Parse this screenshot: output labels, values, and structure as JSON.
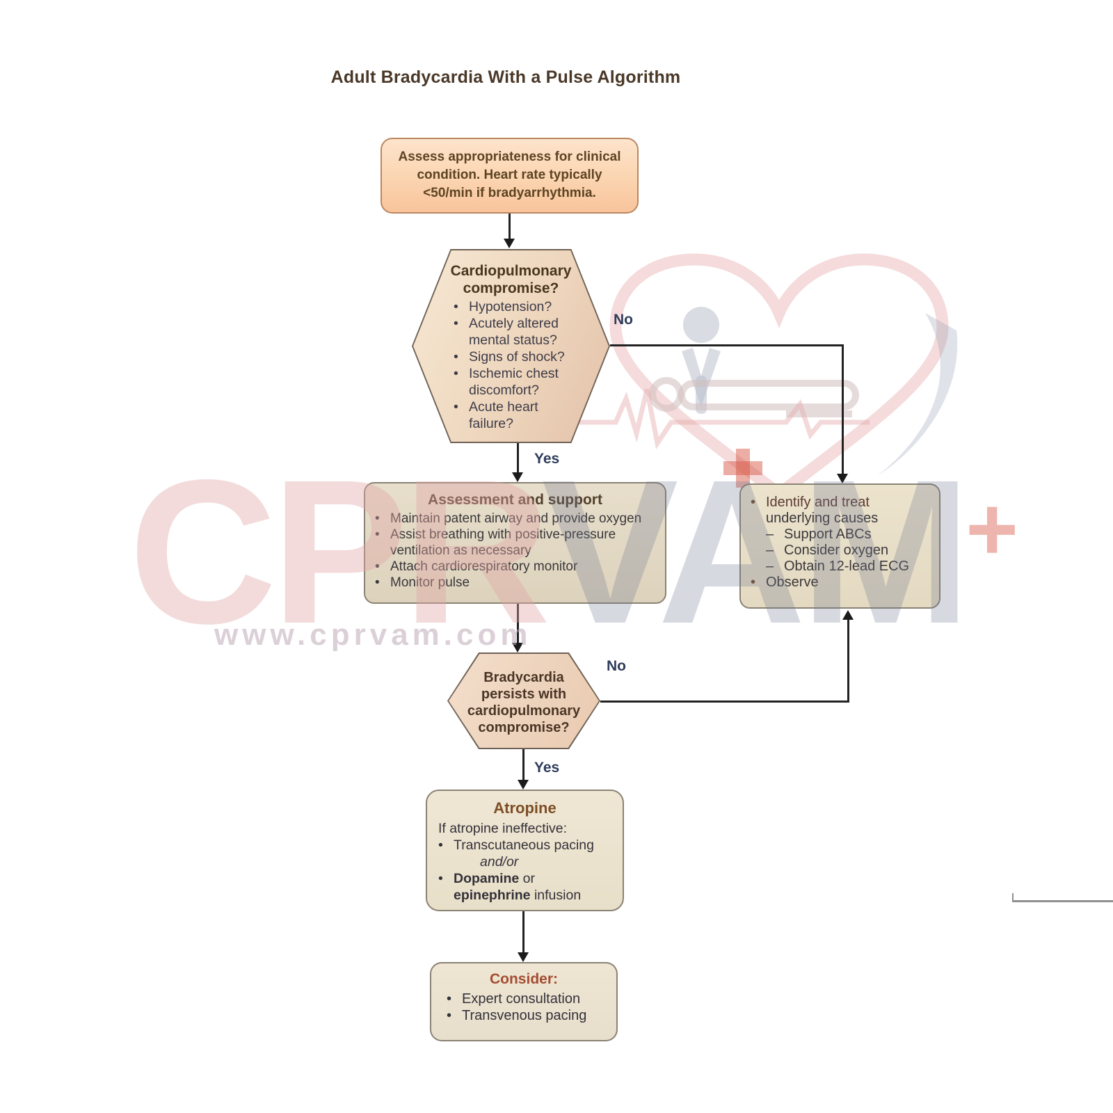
{
  "title": "Adult Bradycardia With a Pulse Algorithm",
  "watermark": {
    "cpr": "CPR",
    "vam": "VAM",
    "plus": "+",
    "url": "www.cprvam.com"
  },
  "labels": {
    "no1": "No",
    "yes1": "Yes",
    "no2": "No",
    "yes2": "Yes"
  },
  "nodes": {
    "assess": {
      "line1": "Assess appropriateness for clinical",
      "line2": "condition. Heart rate typically",
      "line3": "<50/min if bradyarrhythmia."
    },
    "compromise": {
      "heading_line1": "Cardiopulmonary",
      "heading_line2": "compromise?",
      "bullets": [
        "Hypotension?",
        "Acutely altered mental status?",
        "Signs of shock?",
        "Ischemic chest discomfort?",
        "Acute heart failure?"
      ]
    },
    "support": {
      "heading": "Assessment and support",
      "bullets": [
        "Maintain patent airway and provide oxygen",
        "Assist breathing with positive-pressure ventilation as necessary",
        "Attach cardiorespiratory monitor",
        "Monitor pulse"
      ]
    },
    "identify": {
      "bullet1_line1": "Identify and treat",
      "bullet1_line2": "underlying causes",
      "dashes": [
        "Support ABCs",
        "Consider oxygen",
        "Obtain 12-lead ECG"
      ],
      "bullet2": "Observe"
    },
    "persists": {
      "line1": "Bradycardia",
      "line2": "persists with",
      "line3": "cardiopulmonary",
      "line4": "compromise?"
    },
    "atropine": {
      "heading": "Atropine",
      "intro": "If atropine ineffective:",
      "bullet1": "Transcutaneous pacing",
      "andor": "and/or",
      "bullet2_bold": "Dopamine",
      "bullet2_rest": " or",
      "bullet2b_bold": "epinephrine",
      "bullet2b_rest": " infusion"
    },
    "consider": {
      "heading": "Consider:",
      "bullets": [
        "Expert consultation",
        "Transvenous pacing"
      ]
    }
  },
  "colors": {
    "assess_fill": "#f8c49c",
    "hex_fill": "#eed6bd",
    "box_fill": "#e4dac2",
    "line": "#222222",
    "label_text": "#2f3c5c",
    "title_text": "#4a3828",
    "consider_heading": "#a34d33",
    "atropine_heading": "#7d4e26",
    "watermark_pink": "#e0a6a6"
  }
}
